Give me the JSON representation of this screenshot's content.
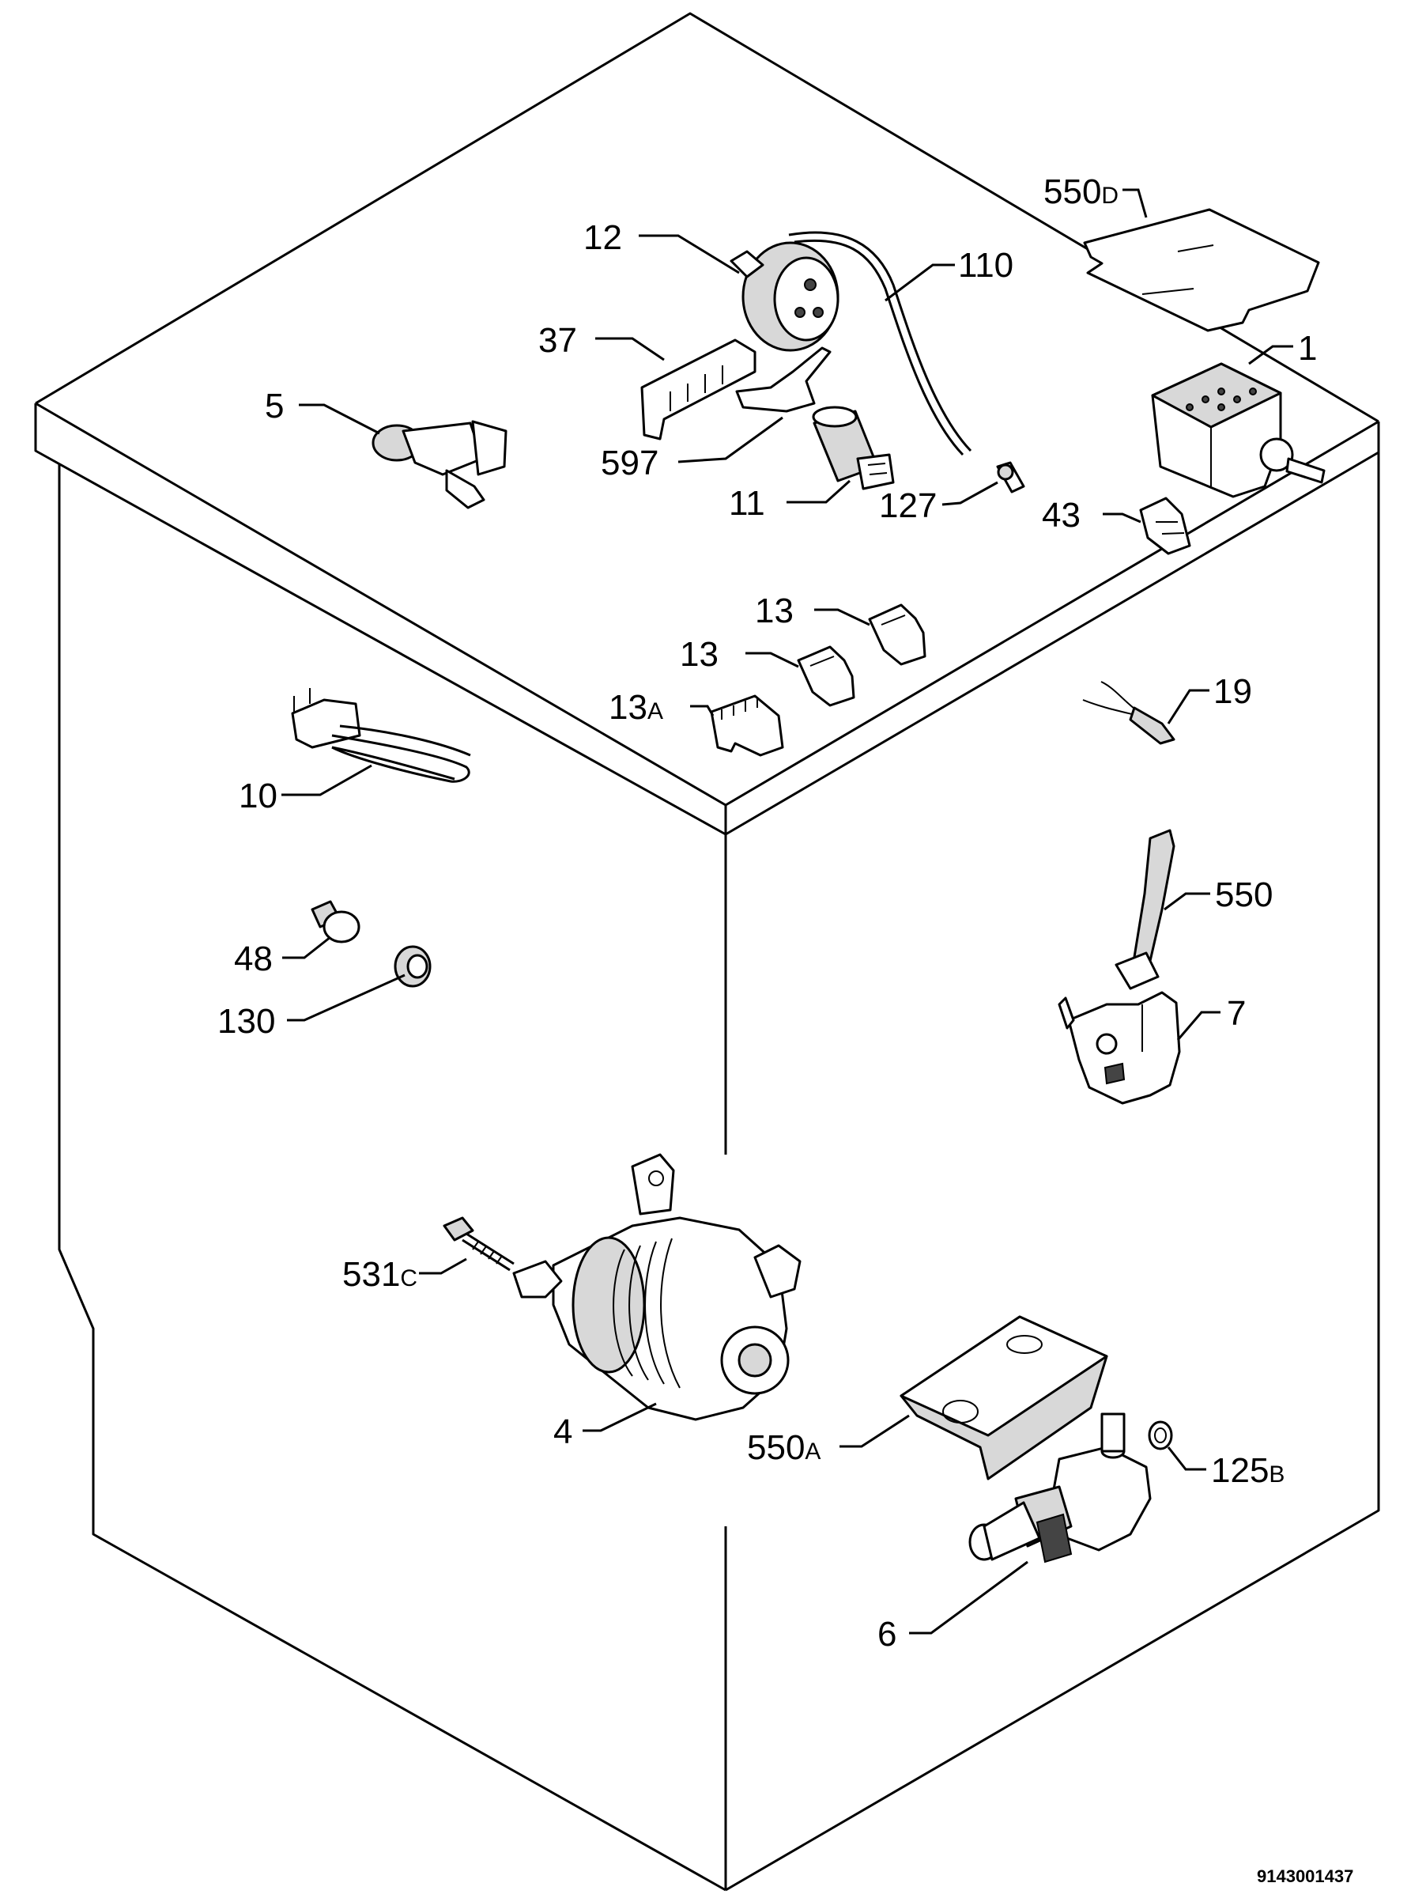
{
  "diagram": {
    "document_id": "9143001437",
    "callouts": {
      "c550D": {
        "num": "550",
        "suffix": "D"
      },
      "c12": {
        "num": "12",
        "suffix": ""
      },
      "c110": {
        "num": "110",
        "suffix": ""
      },
      "c37": {
        "num": "37",
        "suffix": ""
      },
      "c1": {
        "num": "1",
        "suffix": ""
      },
      "c5": {
        "num": "5",
        "suffix": ""
      },
      "c597": {
        "num": "597",
        "suffix": ""
      },
      "c11": {
        "num": "11",
        "suffix": ""
      },
      "c127": {
        "num": "127",
        "suffix": ""
      },
      "c43": {
        "num": "43",
        "suffix": ""
      },
      "c13a": {
        "num": "13",
        "suffix": ""
      },
      "c13b": {
        "num": "13",
        "suffix": ""
      },
      "c13A": {
        "num": "13",
        "suffix": "A"
      },
      "c19": {
        "num": "19",
        "suffix": ""
      },
      "c10": {
        "num": "10",
        "suffix": ""
      },
      "c550": {
        "num": "550",
        "suffix": ""
      },
      "c48": {
        "num": "48",
        "suffix": ""
      },
      "c130": {
        "num": "130",
        "suffix": ""
      },
      "c7": {
        "num": "7",
        "suffix": ""
      },
      "c531C": {
        "num": "531",
        "suffix": "C"
      },
      "c4": {
        "num": "4",
        "suffix": ""
      },
      "c550A": {
        "num": "550",
        "suffix": "A"
      },
      "c125B": {
        "num": "125",
        "suffix": "B"
      },
      "c6": {
        "num": "6",
        "suffix": ""
      }
    }
  }
}
